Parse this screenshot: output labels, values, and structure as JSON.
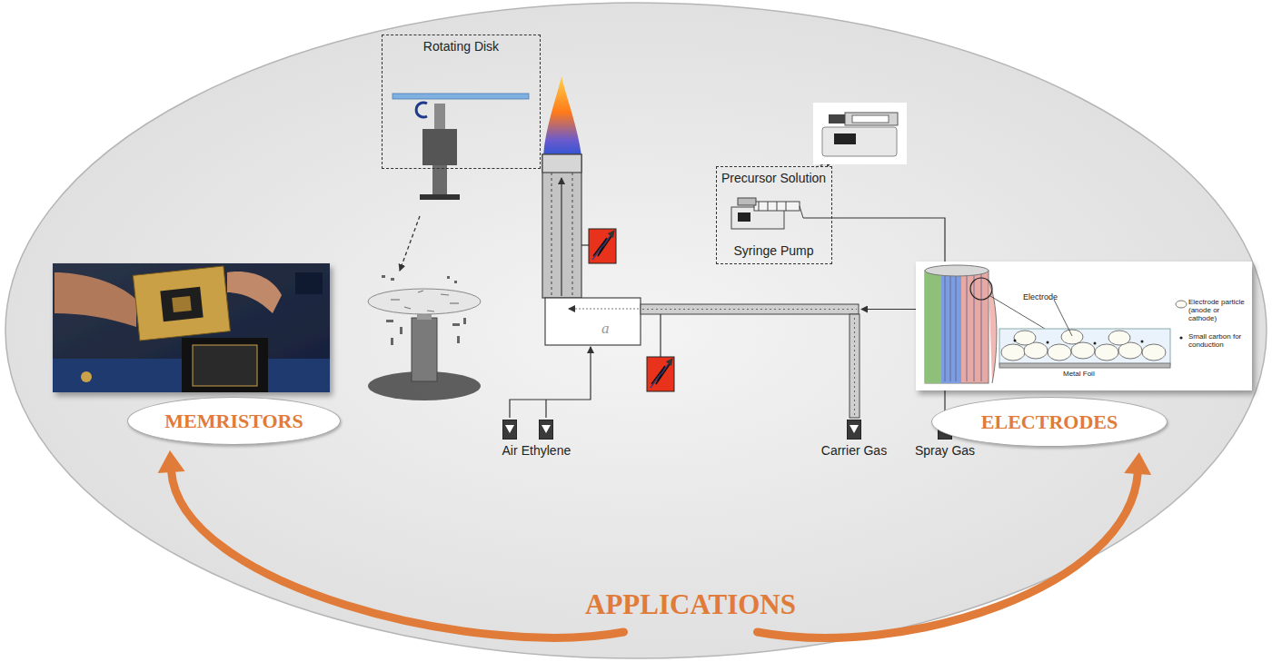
{
  "diagram": {
    "nodes": [
      {
        "text": [
          "Rotating Disk"
        ]
      },
      {
        "text": [
          "Precursor Solution",
          "Syringe Pump"
        ]
      },
      {
        "text": [
          "Air"
        ]
      },
      {
        "text": [
          "Ethylene"
        ]
      },
      {
        "text": [
          "Carrier Gas"
        ]
      },
      {
        "text": [
          "Spray Gas"
        ]
      },
      {
        "text": [
          "MEMRISTORS"
        ]
      },
      {
        "text": [
          "ELECTRODES"
        ]
      },
      {
        "text": [
          "APPLICATIONS"
        ]
      }
    ],
    "edges": [
      {
        "from": 8,
        "to": 6,
        "arrow": "to"
      },
      {
        "from": 8,
        "to": 7,
        "arrow": "to"
      }
    ],
    "labels": [
      "a",
      "Electrode",
      "Electrode particle (anode or cathode)",
      "Small carbon for conduction",
      "Metal Foil"
    ]
  }
}
